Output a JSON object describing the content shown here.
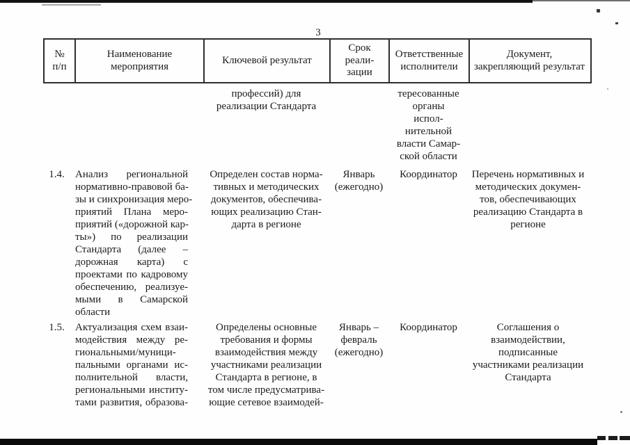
{
  "page": {
    "number": "3"
  },
  "table": {
    "headers": {
      "num": [
        "№",
        "п/п"
      ],
      "name": [
        "Наименование",
        "мероприятия"
      ],
      "result": [
        "Ключевой результат"
      ],
      "term": [
        "Срок",
        "реали-",
        "зации"
      ],
      "responsible": [
        "Ответственные",
        "исполнители"
      ],
      "document": [
        "Документ,",
        "закрепляющий результат"
      ]
    },
    "rows": [
      {
        "num": "",
        "name": [],
        "result": [
          "профессий) для",
          "реализации Стандарта"
        ],
        "term": [],
        "responsible": [
          "тересованные",
          "органы",
          "испол-",
          "нительной",
          "власти Самар-",
          "ской области"
        ],
        "document": []
      },
      {
        "num": "1.4.",
        "name": [
          "Анализ региональной",
          "нормативно-правовой ба-",
          "зы и синхронизация меро-",
          "приятий Плана меро-",
          "приятий («дорожной кар-",
          "ты») по реализации",
          "Стандарта (далее –",
          "дорожная карта) с",
          "проектами по кадровому",
          "обеспечению, реализуе-",
          "мыми в Самарской",
          "области"
        ],
        "result": [
          "Определен состав норма-",
          "тивных и методических",
          "документов, обеспечива-",
          "ющих реализацию Стан-",
          "дарта в регионе"
        ],
        "term": [
          "Январь",
          "(ежегодно)"
        ],
        "responsible": [
          "Координатор"
        ],
        "document": [
          "Перечень нормативных и",
          "методических докумен-",
          "тов, обеспечивающих",
          "реализацию Стандарта в",
          "регионе"
        ]
      },
      {
        "num": "1.5.",
        "name": [
          "Актуализация схем взаи-",
          "модействия между ре-",
          "гиональными/муници-",
          "пальными органами ис-",
          "полнительной власти,",
          "региональными институ-",
          "тами развития, образова-"
        ],
        "result": [
          "Определены основные",
          "требования и формы",
          "взаимодействия между",
          "участниками реализации",
          "Стандарта в регионе, в",
          "том числе предусматрива-",
          "ющие сетевое взаимодей-"
        ],
        "term": [
          "Январь –",
          "февраль",
          "(ежегодно)"
        ],
        "responsible": [
          "Координатор"
        ],
        "document": [
          "Соглашения о",
          "взаимодействии,",
          "подписанные",
          "участниками реализации",
          "Стандарта"
        ]
      }
    ]
  }
}
